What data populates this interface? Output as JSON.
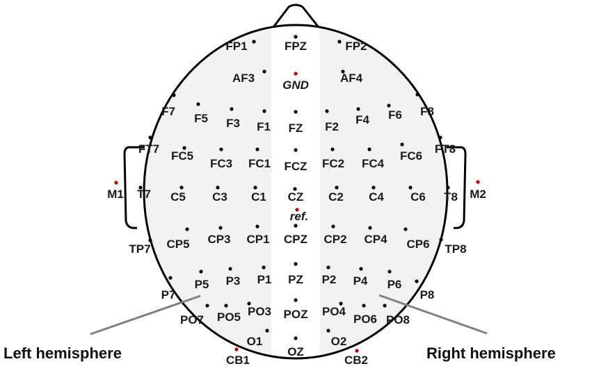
{
  "electrodes": [
    {
      "name": "FP1",
      "dot_color": "black"
    },
    {
      "name": "FPZ",
      "dot_color": "black"
    },
    {
      "name": "FP2",
      "dot_color": "black"
    },
    {
      "name": "AF3",
      "dot_color": "black"
    },
    {
      "name": "GND",
      "dot_color": "red",
      "italic": true
    },
    {
      "name": "AF4",
      "dot_color": "black"
    },
    {
      "name": "F7",
      "dot_color": "black"
    },
    {
      "name": "F5",
      "dot_color": "black"
    },
    {
      "name": "F3",
      "dot_color": "black"
    },
    {
      "name": "F1",
      "dot_color": "black"
    },
    {
      "name": "FZ",
      "dot_color": "black"
    },
    {
      "name": "F2",
      "dot_color": "black"
    },
    {
      "name": "F4",
      "dot_color": "black"
    },
    {
      "name": "F6",
      "dot_color": "black"
    },
    {
      "name": "F8",
      "dot_color": "black"
    },
    {
      "name": "FT7",
      "dot_color": "black"
    },
    {
      "name": "FC5",
      "dot_color": "black"
    },
    {
      "name": "FC3",
      "dot_color": "black"
    },
    {
      "name": "FC1",
      "dot_color": "black"
    },
    {
      "name": "FCZ",
      "dot_color": "black"
    },
    {
      "name": "FC2",
      "dot_color": "black"
    },
    {
      "name": "FC4",
      "dot_color": "black"
    },
    {
      "name": "FC6",
      "dot_color": "black"
    },
    {
      "name": "FT8",
      "dot_color": "black"
    },
    {
      "name": "M1",
      "dot_color": "red"
    },
    {
      "name": "T7",
      "dot_color": "black"
    },
    {
      "name": "C5",
      "dot_color": "black"
    },
    {
      "name": "C3",
      "dot_color": "black"
    },
    {
      "name": "C1",
      "dot_color": "black"
    },
    {
      "name": "CZ",
      "dot_color": "black"
    },
    {
      "name": "C2",
      "dot_color": "black"
    },
    {
      "name": "C4",
      "dot_color": "black"
    },
    {
      "name": "C6",
      "dot_color": "black"
    },
    {
      "name": "T8",
      "dot_color": "black"
    },
    {
      "name": "M2",
      "dot_color": "red"
    },
    {
      "name": "ref.",
      "dot_color": "red",
      "italic": true
    },
    {
      "name": "TP7",
      "dot_color": "black"
    },
    {
      "name": "CP5",
      "dot_color": "black"
    },
    {
      "name": "CP3",
      "dot_color": "black"
    },
    {
      "name": "CP1",
      "dot_color": "black"
    },
    {
      "name": "CPZ",
      "dot_color": "black"
    },
    {
      "name": "CP2",
      "dot_color": "black"
    },
    {
      "name": "CP4",
      "dot_color": "black"
    },
    {
      "name": "CP6",
      "dot_color": "black"
    },
    {
      "name": "TP8",
      "dot_color": "black"
    },
    {
      "name": "P7",
      "dot_color": "black"
    },
    {
      "name": "P5",
      "dot_color": "black"
    },
    {
      "name": "P3",
      "dot_color": "black"
    },
    {
      "name": "P1",
      "dot_color": "black"
    },
    {
      "name": "PZ",
      "dot_color": "black"
    },
    {
      "name": "P2",
      "dot_color": "black"
    },
    {
      "name": "P4",
      "dot_color": "black"
    },
    {
      "name": "P6",
      "dot_color": "black"
    },
    {
      "name": "P8",
      "dot_color": "black"
    },
    {
      "name": "PO7",
      "dot_color": "black"
    },
    {
      "name": "PO5",
      "dot_color": "black"
    },
    {
      "name": "PO3",
      "dot_color": "black"
    },
    {
      "name": "POZ",
      "dot_color": "black"
    },
    {
      "name": "PO4",
      "dot_color": "black"
    },
    {
      "name": "PO6",
      "dot_color": "black"
    },
    {
      "name": "PO8",
      "dot_color": "black"
    },
    {
      "name": "O1",
      "dot_color": "black"
    },
    {
      "name": "OZ",
      "dot_color": "black"
    },
    {
      "name": "O2",
      "dot_color": "black"
    },
    {
      "name": "CB1",
      "dot_color": "red"
    },
    {
      "name": "CB2",
      "dot_color": "red"
    }
  ],
  "hemisphere_labels": {
    "left": "Left hemisphere",
    "right": "Right hemisphere"
  },
  "colors": {
    "head_fill": "#f2f2f2",
    "midline_band": "#ffffff",
    "outline": "#000000",
    "dot_black": "#000000",
    "dot_red": "#c00000",
    "pointer_line": "#808080"
  }
}
